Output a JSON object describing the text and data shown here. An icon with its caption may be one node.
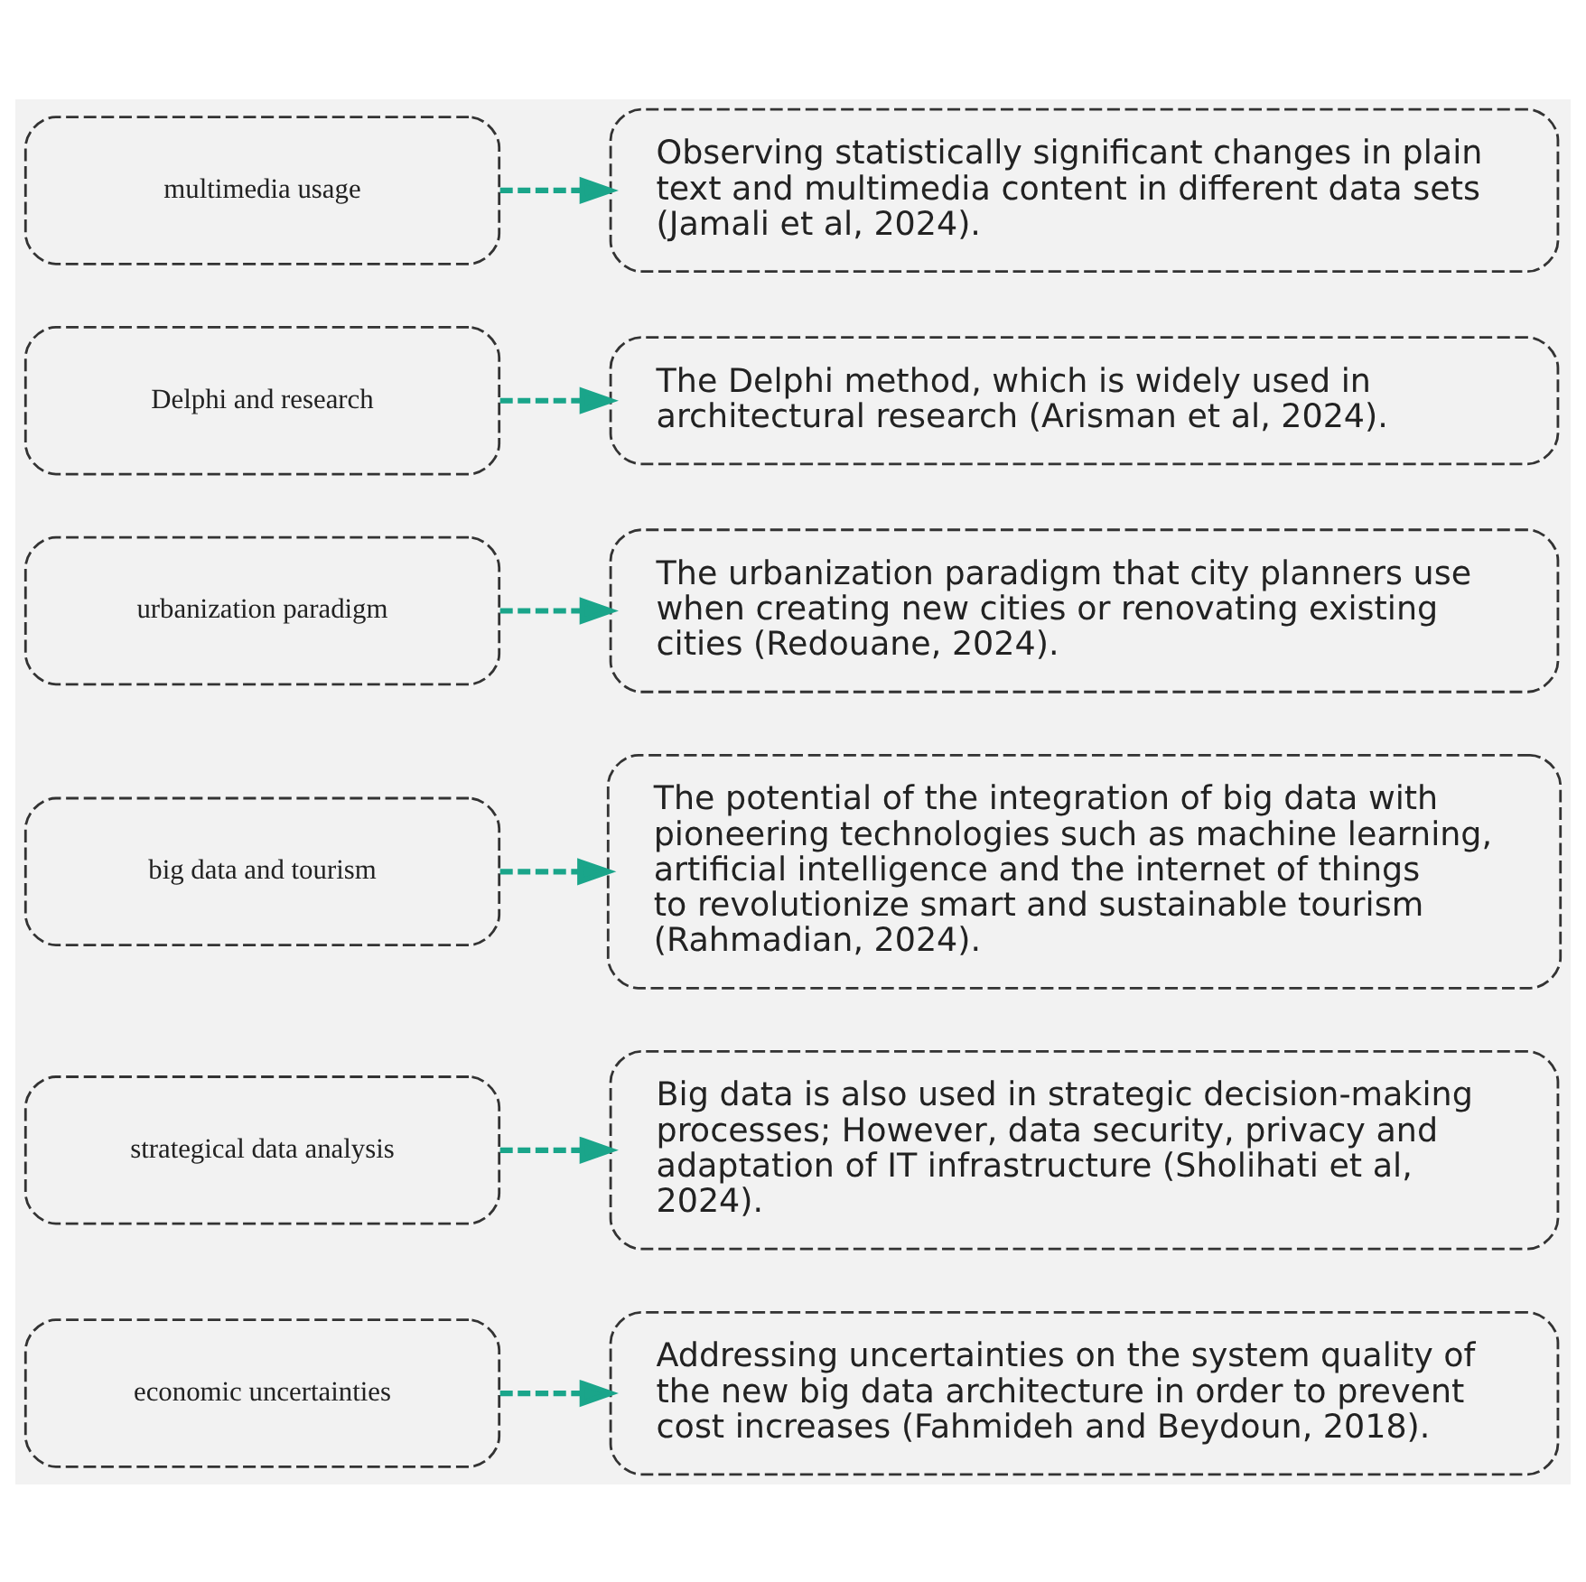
{
  "diagram": {
    "nodes": [
      {
        "text": [
          "multimedia usage"
        ]
      },
      {
        "text": [
          "Delphi and research"
        ]
      },
      {
        "text": [
          "urbanization paradigm"
        ]
      },
      {
        "text": [
          "big data and tourism"
        ]
      },
      {
        "text": [
          "strategical data analysis"
        ]
      },
      {
        "text": [
          "economic uncertainties"
        ]
      },
      {
        "text": [
          "Observing statistically significant changes in plain text and multimedia content in different data sets (Jamali et al, 2024)."
        ]
      },
      {
        "text": [
          "The Delphi method, which is widely used in architectural research (Arisman et al, 2024)."
        ]
      },
      {
        "text": [
          "The urbanization paradigm that city planners use when creating new cities or renovating existing cities (Redouane, 2024)."
        ]
      },
      {
        "text": [
          "The potential of the integration of big data with pioneering technologies such as machine learning, artificial intelligence and the internet of things to revolutionize smart and sustainable tourism (Rahmadian, 2024)."
        ]
      },
      {
        "text": [
          "Big data is also used in strategic decision-making processes; However, data security, privacy and adaptation of IT infrastructure (Sholihati et al, 2024)."
        ]
      },
      {
        "text": [
          "Addressing uncertainties on the system quality of the new big data architecture in order to prevent cost increases (Fahmideh and Beydoun, 2018)."
        ]
      }
    ],
    "edges": [
      {
        "from": 0,
        "to": 6,
        "arrow": "to",
        "style": "dashed"
      },
      {
        "from": 1,
        "to": 7,
        "arrow": "to",
        "style": "dashed"
      },
      {
        "from": 2,
        "to": 8,
        "arrow": "to",
        "style": "dashed"
      },
      {
        "from": 3,
        "to": 9,
        "arrow": "to",
        "style": "dashed"
      },
      {
        "from": 4,
        "to": 10,
        "arrow": "to",
        "style": "dashed"
      },
      {
        "from": 5,
        "to": 11,
        "arrow": "to",
        "style": "dashed"
      }
    ]
  }
}
